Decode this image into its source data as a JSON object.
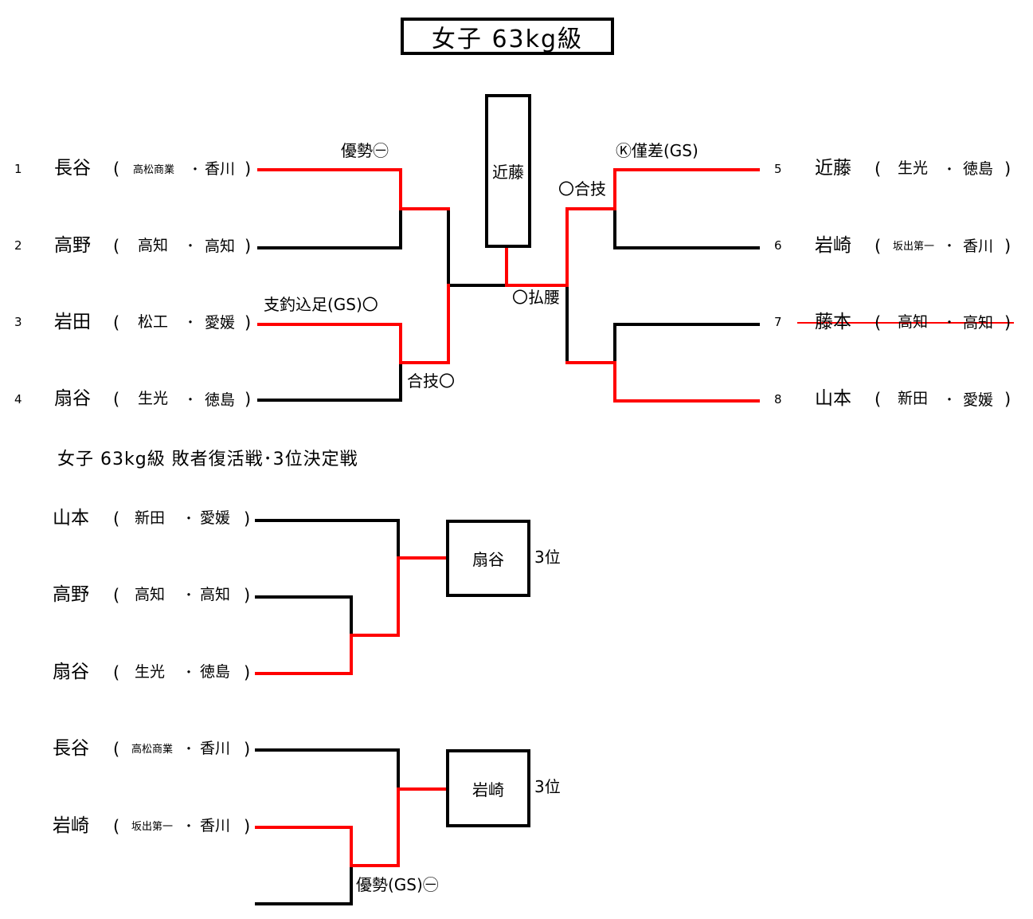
{
  "title": "女子 63kg級",
  "main_bracket": {
    "left": [
      {
        "num": "1",
        "name": "長谷",
        "school": "高松商業",
        "pref": "香川",
        "small_school": true
      },
      {
        "num": "2",
        "name": "高野",
        "school": "高知",
        "pref": "高知",
        "small_school": false
      },
      {
        "num": "3",
        "name": "岩田",
        "school": "松工",
        "pref": "愛媛",
        "small_school": false
      },
      {
        "num": "4",
        "name": "扇谷",
        "school": "生光",
        "pref": "徳島",
        "small_school": false
      }
    ],
    "right": [
      {
        "num": "5",
        "name": "近藤",
        "school": "生光",
        "pref": "徳島",
        "small_school": false
      },
      {
        "num": "6",
        "name": "岩崎",
        "school": "坂出第一",
        "pref": "香川",
        "small_school": true
      },
      {
        "num": "7",
        "name": "藤本",
        "school": "高知",
        "pref": "高知",
        "small_school": false
      },
      {
        "num": "8",
        "name": "山本",
        "school": "新田",
        "pref": "愛媛",
        "small_school": false
      }
    ],
    "results": {
      "r1": "優勢㊀",
      "r2": "支釣込足(GS)〇",
      "r3": "合技〇",
      "r4": "Ⓚ僅差(GS)",
      "r5": "〇合技",
      "r6": "〇払腰"
    },
    "champion": "近藤"
  },
  "repechage": {
    "title": "女子 63kg級 敗者復活戦･3位決定戦",
    "group1": [
      {
        "name": "山本",
        "school": "新田",
        "pref": "愛媛",
        "small_school": false
      },
      {
        "name": "高野",
        "school": "高知",
        "pref": "高知",
        "small_school": false
      },
      {
        "name": "扇谷",
        "school": "生光",
        "pref": "徳島",
        "small_school": false
      }
    ],
    "winner1": "扇谷",
    "place1": "3位",
    "group2": [
      {
        "name": "長谷",
        "school": "高松商業",
        "pref": "香川",
        "small_school": true
      },
      {
        "name": "岩崎",
        "school": "坂出第一",
        "pref": "香川",
        "small_school": true
      }
    ],
    "winner2": "岩崎",
    "place2": "3位",
    "result": "優勢(GS)㊀"
  },
  "colors": {
    "win": "#ff0000",
    "line": "#000000"
  }
}
